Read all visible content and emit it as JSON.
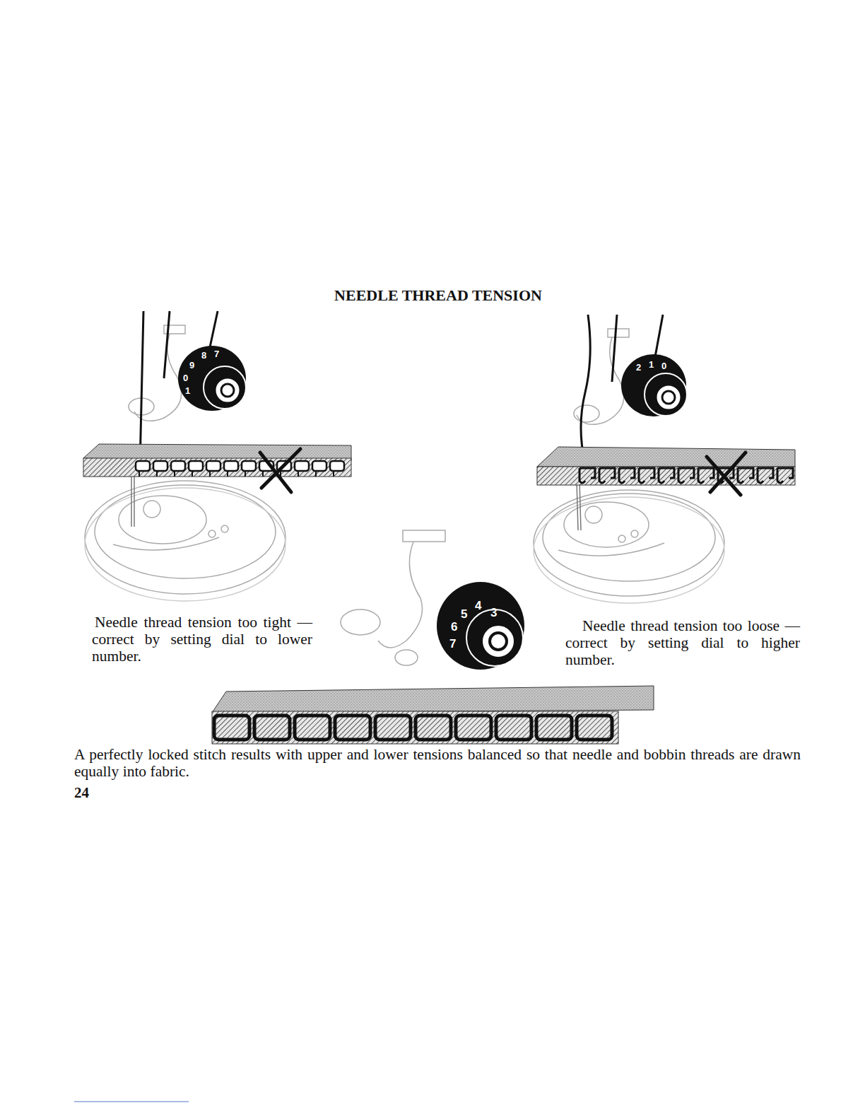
{
  "diagram": {
    "title": "NEEDLE THREAD TENSION",
    "caption": "A perfectly locked stitch results with upper and lower tensions balanced so that needle and bobbin threads are drawn equally into fabric.",
    "labels": [
      "Needle thread tension too tight — correct by setting dial to lower number.",
      "Needle thread tension too loose — correct by setting dial to higher number.",
      "24",
      "8",
      "7",
      "9",
      "0",
      "1",
      "1",
      "0",
      "2",
      "4",
      "5",
      "3",
      "6",
      "7"
    ]
  }
}
